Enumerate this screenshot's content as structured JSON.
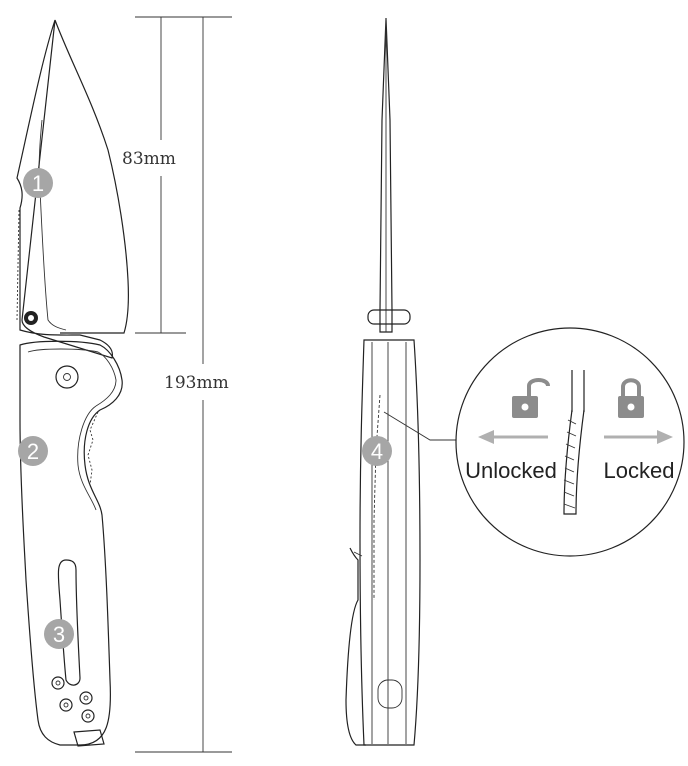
{
  "dimensions": {
    "blade_length": "83mm",
    "overall_length": "193mm"
  },
  "callouts": [
    "1",
    "2",
    "3",
    "4"
  ],
  "lock_detail": {
    "unlocked_label": "Unlocked",
    "locked_label": "Locked"
  },
  "colors": {
    "line": "#222222",
    "callout_fill": "#a6a6a6",
    "icon_gray": "#8c8c8c",
    "arrow_gray": "#b0b0b0"
  },
  "icons": [
    "padlock-open-icon",
    "padlock-closed-icon",
    "arrow-left-icon",
    "arrow-right-icon"
  ]
}
